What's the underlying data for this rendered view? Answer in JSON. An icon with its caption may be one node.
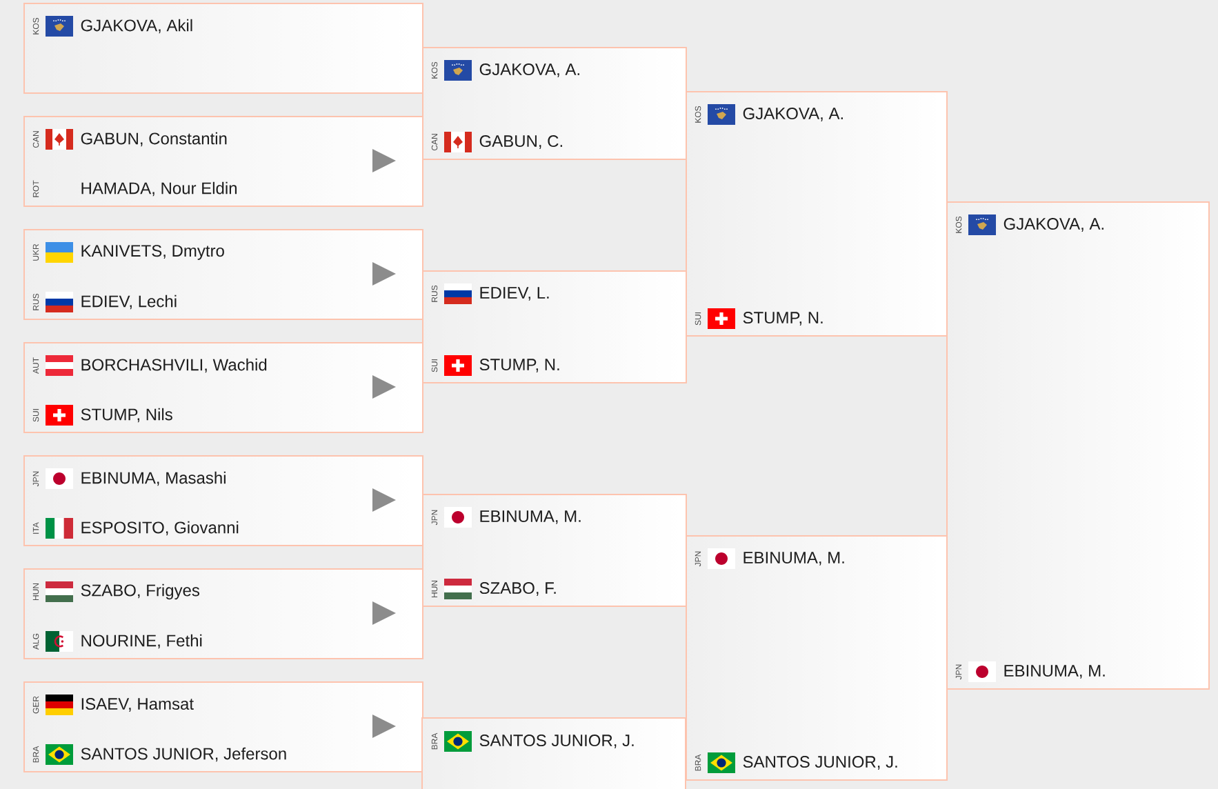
{
  "diagram": {
    "nodes": [
      {
        "text": [
          "KOS",
          "GJAKOVA, Akil"
        ]
      },
      {
        "text": [
          "CAN",
          "GABUN, Constantin",
          "ROT",
          "HAMADA, Nour Eldin"
        ]
      },
      {
        "text": [
          "UKR",
          "KANIVETS, Dmytro",
          "RUS",
          "EDIEV, Lechi"
        ]
      },
      {
        "text": [
          "AUT",
          "BORCHASHVILI, Wachid",
          "SUI",
          "STUMP, Nils"
        ]
      },
      {
        "text": [
          "JPN",
          "EBINUMA, Masashi",
          "ITA",
          "ESPOSITO, Giovanni"
        ]
      },
      {
        "text": [
          "HUN",
          "SZABO, Frigyes",
          "ALG",
          "NOURINE, Fethi"
        ]
      },
      {
        "text": [
          "GER",
          "ISAEV, Hamsat",
          "BRA",
          "SANTOS JUNIOR, Jeferson"
        ]
      },
      {
        "text": [
          "KOS",
          "GJAKOVA, A.",
          "CAN",
          "GABUN, C."
        ]
      },
      {
        "text": [
          "RUS",
          "EDIEV, L.",
          "SUI",
          "STUMP, N."
        ]
      },
      {
        "text": [
          "JPN",
          "EBINUMA, M.",
          "HUN",
          "SZABO, F."
        ]
      },
      {
        "text": [
          "BRA",
          "SANTOS JUNIOR, J."
        ]
      },
      {
        "text": [
          "KOS",
          "GJAKOVA, A.",
          "SUI",
          "STUMP, N."
        ]
      },
      {
        "text": [
          "JPN",
          "EBINUMA, M.",
          "BRA",
          "SANTOS JUNIOR, J."
        ]
      },
      {
        "text": [
          "KOS",
          "GJAKOVA, A.",
          "JPN",
          "EBINUMA, M."
        ]
      }
    ]
  }
}
